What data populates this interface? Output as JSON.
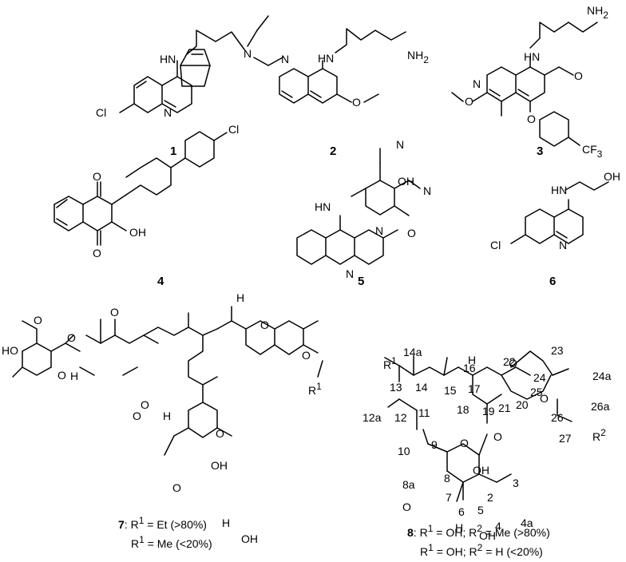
{
  "compounds": [
    {
      "number": "1"
    },
    {
      "number": "2"
    },
    {
      "number": "3"
    },
    {
      "number": "4"
    },
    {
      "number": "5"
    },
    {
      "number": "6"
    },
    {
      "number": "7"
    },
    {
      "number": "8"
    }
  ],
  "atoms": {
    "HN": "HN",
    "N": "N",
    "Cl": "Cl",
    "NH2": "NH",
    "NH2_sub": "2",
    "H": "H",
    "HO": "HO",
    "OH": "OH",
    "O": "O",
    "CF3": "CF",
    "CF3_sub": "3",
    "R1": "R",
    "R1_sup": "1",
    "R2": "R",
    "R2_sup": "2"
  },
  "captions": {
    "c7a_num": "7",
    "c7a_text": ": R",
    "c7a_sup": "1",
    "c7a_rest": " = Et (>80%)",
    "c7b_text": "R",
    "c7b_sup": "1",
    "c7b_rest": " = Me (<20%)",
    "c8a_num": "8",
    "c8a_text": ": R",
    "c8a_sup1": "1",
    "c8a_mid": " = OH; R",
    "c8a_sup2": "2",
    "c8a_rest": " = Me (>80%)",
    "c8b_text": "R",
    "c8b_sup1": "1",
    "c8b_mid": " = OH; R",
    "c8b_sup2": "2",
    "c8b_rest": " = H (<20%)"
  },
  "atom_numbers_8": [
    "14a",
    "16",
    "22",
    "23",
    "24",
    "24a",
    "13",
    "14",
    "15",
    "17",
    "25",
    "26a",
    "21",
    "12a",
    "12",
    "11",
    "18",
    "26",
    "19",
    "20",
    "27",
    "10",
    "9",
    "8a",
    "8",
    "7",
    "2",
    "3",
    "6",
    "5",
    "4",
    "4a"
  ]
}
